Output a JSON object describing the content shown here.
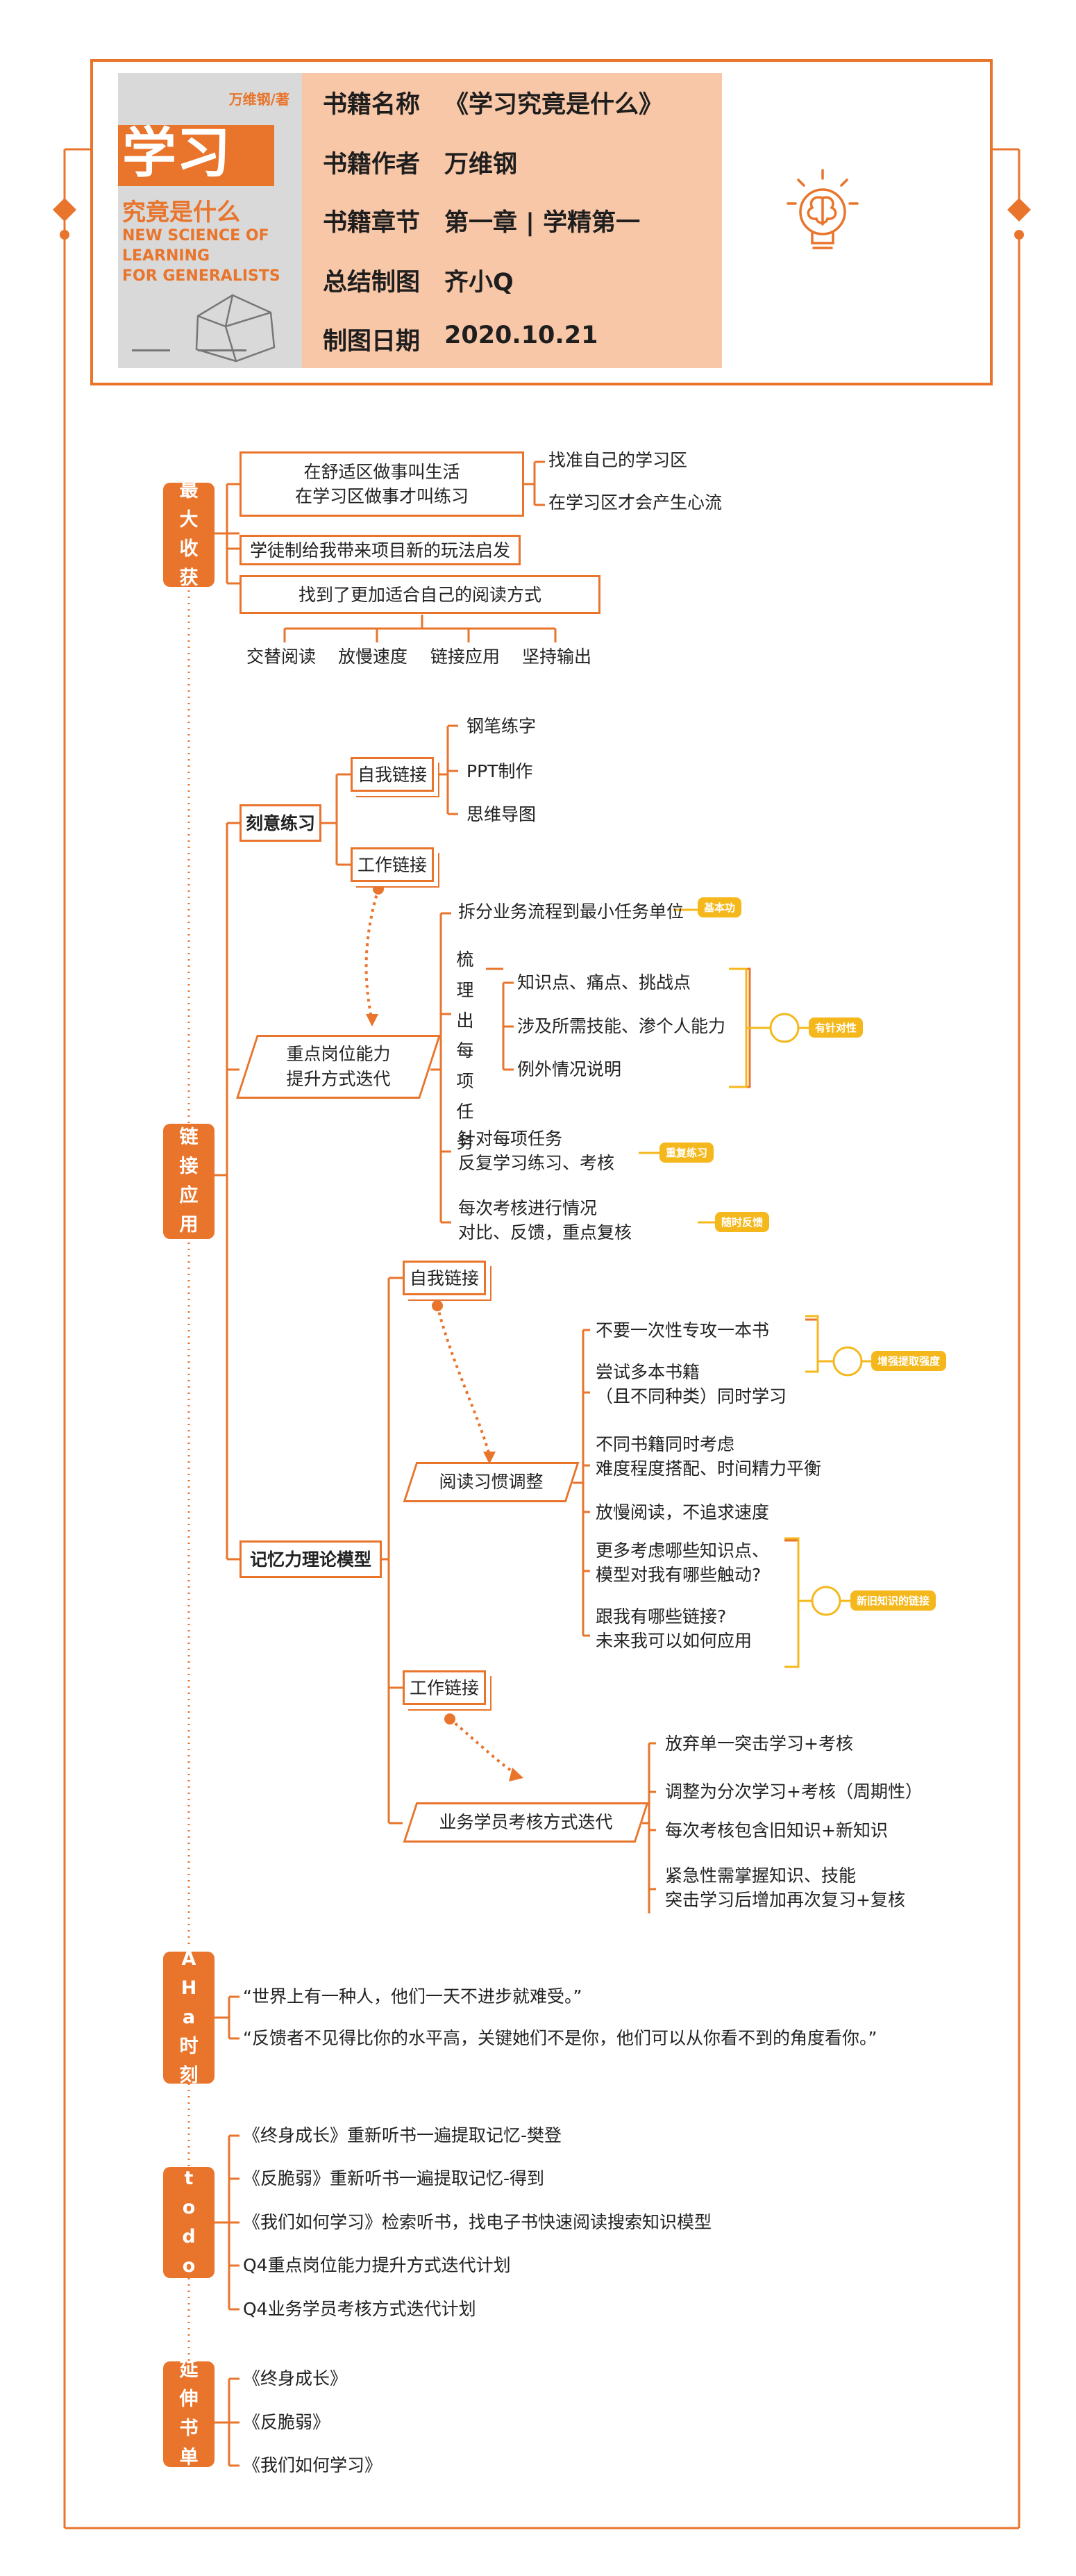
{
  "header": {
    "book_cover": {
      "author": "万维钢/著",
      "title_large": "学习",
      "title_small": "究竟是什么",
      "english_1": "NEW SCIENCE OF",
      "english_2": "LEARNING",
      "english_3": "FOR GENERALISTS"
    },
    "rows": [
      {
        "label": "书籍名称",
        "value": "《学习究竟是什么》"
      },
      {
        "label": "书籍作者",
        "value": "万维钢"
      },
      {
        "label": "书籍章节",
        "value": "第一章 | 学精第一"
      },
      {
        "label": "总结制图",
        "value": "齐小Q"
      },
      {
        "label": "制图日期",
        "value": "2020.10.21"
      }
    ],
    "colors": {
      "accent": "#E9742B",
      "peach": "#F8C7A8",
      "gray": "#D9D9D9",
      "head": "#E4A36F",
      "yellow": "#F5B81C"
    }
  },
  "sections": {
    "s1": {
      "label": [
        "最",
        "大",
        "收",
        "获"
      ],
      "node_life": "在舒适区做事叫生活",
      "node_practice": "在学习区做事才叫练习",
      "leaf_find": "找准自己的学习区",
      "leaf_grow": "在学习区才会产生心流",
      "node_apprentice": "学徒制给我带来项目新的玩法启发",
      "node_reading": "找到了更加适合自己的阅读方式",
      "reading_modes": [
        "交替阅读",
        "放慢速度",
        "链接应用",
        "坚持输出"
      ]
    },
    "s2": {
      "label": [
        "链",
        "接",
        "应",
        "用"
      ],
      "deliberate": "刻意练习",
      "self_link": "自我链接",
      "work_link": "工作链接",
      "self_items": [
        "钢笔练字",
        "PPT制作",
        "思维导图"
      ],
      "post_ability_1": "重点岗位能力",
      "post_ability_2": "提升方式迭代",
      "split_task": "拆分业务流程到最小任务单位",
      "tag_basic": "基本功",
      "sort_vertical": [
        "梳",
        "理",
        "出",
        "每",
        "项",
        "任",
        "务"
      ],
      "sort_items": [
        "知识点、痛点、挑战点",
        "涉及所需技能、渗个人能力",
        "例外情况说明"
      ],
      "tag_targeted": "有针对性",
      "repeat_1": "针对每项任务",
      "repeat_2": "反复学习练习、考核",
      "tag_repeat": "重复练习",
      "review_1": "每次考核进行情况",
      "review_2": "对比、反馈，重点复核",
      "tag_feedback": "随时反馈",
      "memory": "记忆力理论模型",
      "mem_self_link": "自我链接",
      "reading_habit": "阅读习惯调整",
      "habit_1": "不要一次性专攻一本书",
      "habit_2a": "尝试多本书籍",
      "habit_2b": "（且不同种类）同时学习",
      "tag_extract": "增强提取强度",
      "habit_3a": "不同书籍同时考虑",
      "habit_3b": "难度程度搭配、时间精力平衡",
      "habit_4": "放慢阅读，不追求速度",
      "habit_5a": "更多考虑哪些知识点、",
      "habit_5b": "模型对我有哪些触动?",
      "habit_6a": "跟我有哪些链接?",
      "habit_6b": "未来我可以如何应用",
      "tag_newold": "新旧知识的链接",
      "mem_work_link": "工作链接",
      "trainee": "业务学员考核方式迭代",
      "trainee_1": "放弃单一突击学习+考核",
      "trainee_2": "调整为分次学习+考核（周期性）",
      "trainee_3": "每次考核包含旧知识+新知识",
      "trainee_4a": "紧急性需掌握知识、技能",
      "trainee_4b": "突击学习后增加再次复习+复核"
    },
    "s3": {
      "label": [
        "A",
        "H",
        "a",
        "时",
        "刻"
      ],
      "quote_1": "“世界上有一种人，他们一天不进步就难受。”",
      "quote_2": "“反馈者不见得比你的水平高，关键她们不是你，他们可以从你看不到的角度看你。”"
    },
    "s4": {
      "label": [
        "t",
        "o",
        "d",
        "o"
      ],
      "items": [
        "《终身成长》重新听书一遍提取记忆-樊登",
        "《反脆弱》重新听书一遍提取记忆-得到",
        "《我们如何学习》检索听书，找电子书快速阅读搜索知识模型",
        "Q4重点岗位能力提升方式迭代计划",
        "Q4业务学员考核方式迭代计划"
      ]
    },
    "s5": {
      "label": [
        "延",
        "伸",
        "书",
        "单"
      ],
      "items": [
        "《终身成长》",
        "《反脆弱》",
        "《我们如何学习》"
      ]
    }
  }
}
